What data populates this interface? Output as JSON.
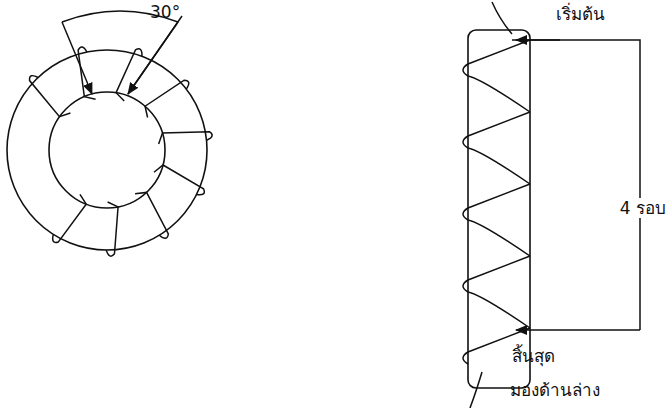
{
  "diagram": {
    "labels": [
      "30°",
      "เริ่มต้น",
      "4 รอบ",
      "สิ้นสุด",
      "มองด้านล่าง"
    ]
  }
}
